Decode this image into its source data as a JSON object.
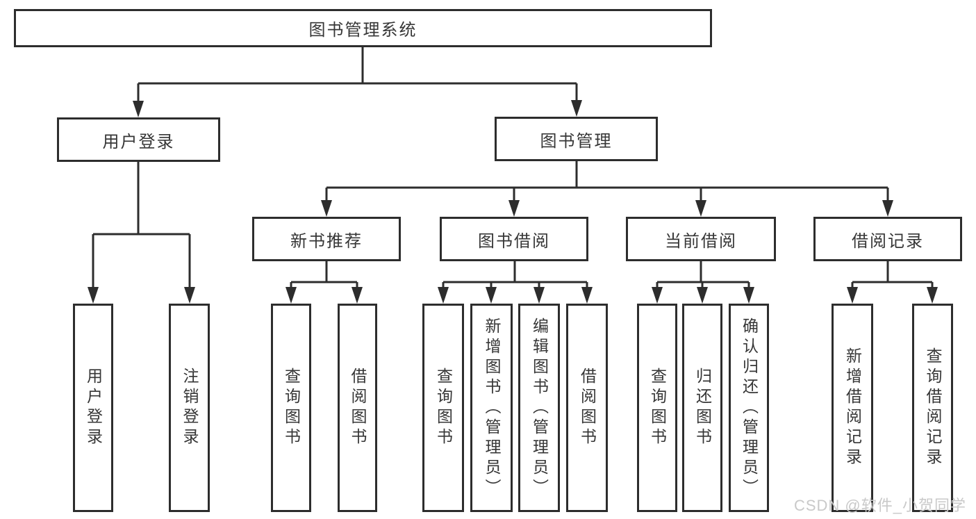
{
  "diagram": {
    "root": {
      "label": "图书管理系统"
    },
    "login": {
      "label": "用户登录",
      "leaves": [
        "用户登录",
        "注销登录"
      ]
    },
    "mgmt": {
      "label": "图书管理"
    },
    "groups": [
      {
        "label": "新书推荐",
        "leaves": [
          "查询图书",
          "借阅图书"
        ]
      },
      {
        "label": "图书借阅",
        "leaves": [
          "查询图书",
          "新增图书（管理员）",
          "编辑图书（管理员）",
          "借阅图书"
        ]
      },
      {
        "label": "当前借阅",
        "leaves": [
          "查询图书",
          "归还图书",
          "确认归还（管理员）"
        ]
      },
      {
        "label": "借阅记录",
        "leaves": [
          "新增借阅记录",
          "查询借阅记录"
        ]
      }
    ],
    "colors": {
      "line": "#2d2d2d",
      "border": "#2d2d2d",
      "text": "#363636",
      "background": "#ffffff",
      "watermark_text": "#c9c9c9"
    }
  },
  "watermark": {
    "text": "CSDN @软件_小贺同学"
  }
}
